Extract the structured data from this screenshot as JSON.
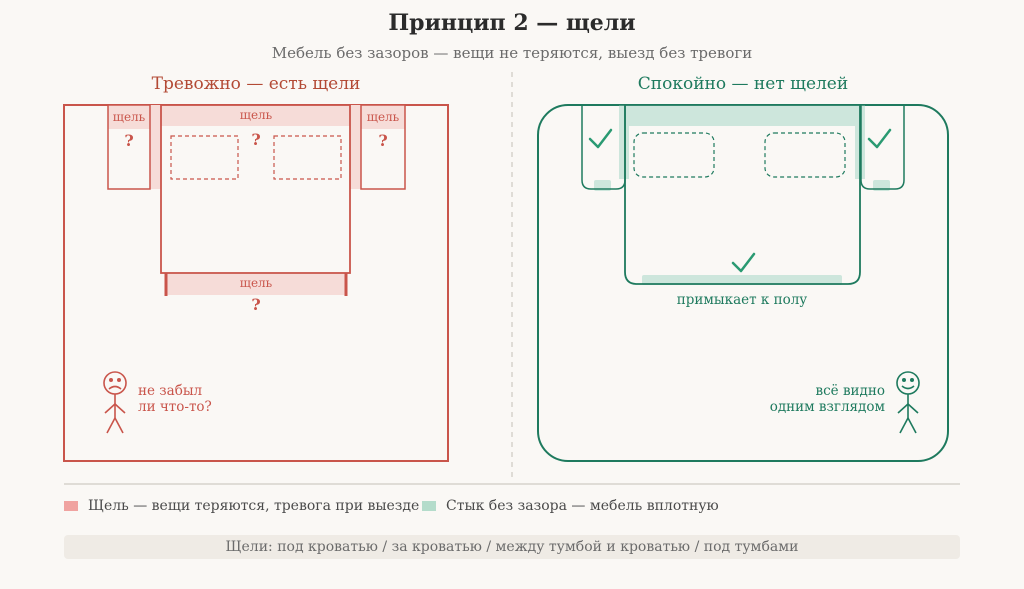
{
  "title": "Принцип 2 — щели",
  "subtitle": "Мебель без зазоров — вещи не теряются, выезд без тревоги",
  "left_panel": {
    "heading": "Тревожно — есть щели",
    "gap_label": "щель",
    "question_mark": "?",
    "person_caption_line1": "не забыл",
    "person_caption_line2": "ли что-то?"
  },
  "right_panel": {
    "heading": "Спокойно — нет щелей",
    "floor_caption": "примыкает к полу",
    "check_mark": "✓",
    "person_caption_line1": "всё видно",
    "person_caption_line2": "одним взглядом"
  },
  "legend": {
    "gap_text": "Щель — вещи теряются, тревога при выезде",
    "joint_text": "Стык без зазора — мебель вплотную"
  },
  "footer_text": "Щели: под кроватью / за кроватью / между тумбой и кроватью / под тумбами",
  "colors": {
    "bad": "#c9554b",
    "bad_fill": "#f6dcd8",
    "good": "#1e7a5e",
    "good_fill": "#cde6dc"
  }
}
